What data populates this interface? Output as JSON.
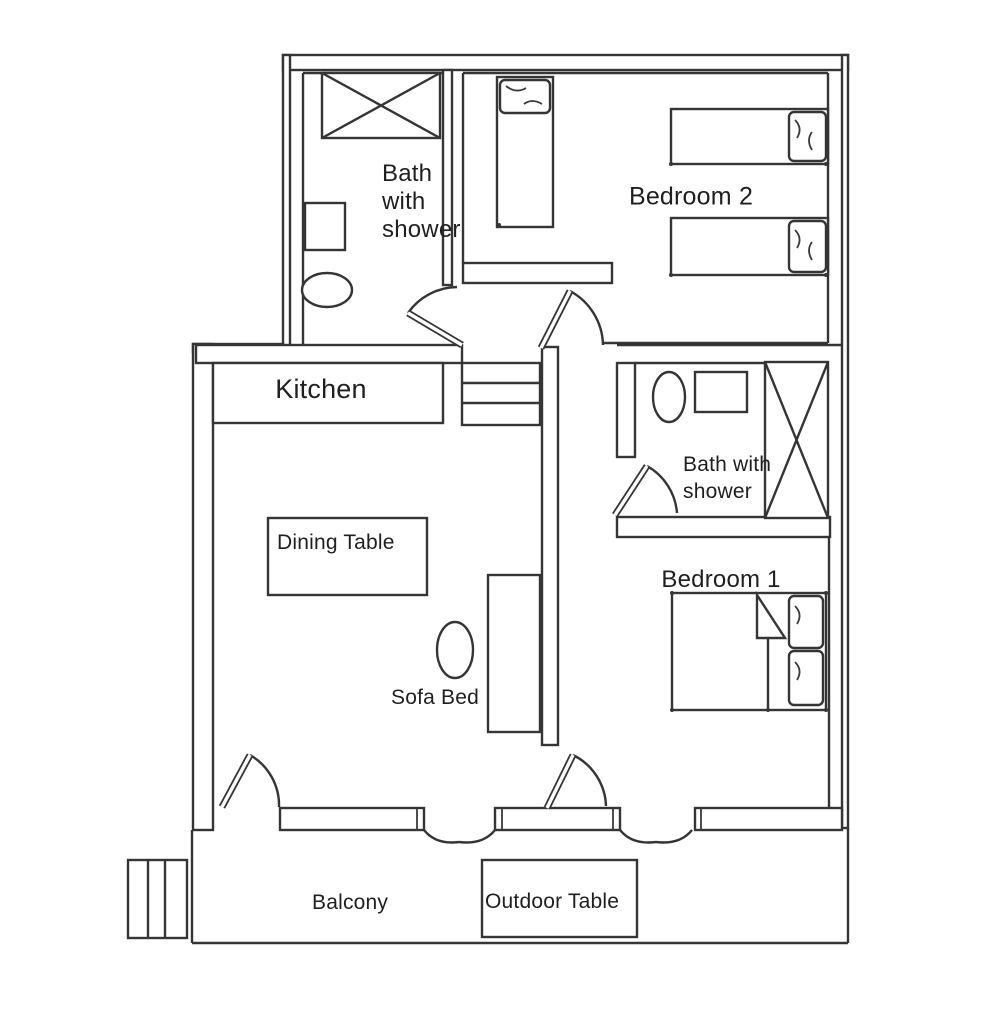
{
  "figure": {
    "kind": "apartment-floor-plan"
  },
  "labels": {
    "bath_top": "Bath\nwith\nshower",
    "bedroom2": "Bedroom 2",
    "kitchen": "Kitchen",
    "bath_right": "Bath with\nshower",
    "bedroom1": "Bedroom 1",
    "dining_table": "Dining Table",
    "sofa_bed": "Sofa Bed",
    "balcony": "Balcony",
    "outdoor_table": "Outdoor Table"
  },
  "colors": {
    "line": "#353535",
    "background": "#ffffff",
    "text": "#1f1f1f"
  }
}
